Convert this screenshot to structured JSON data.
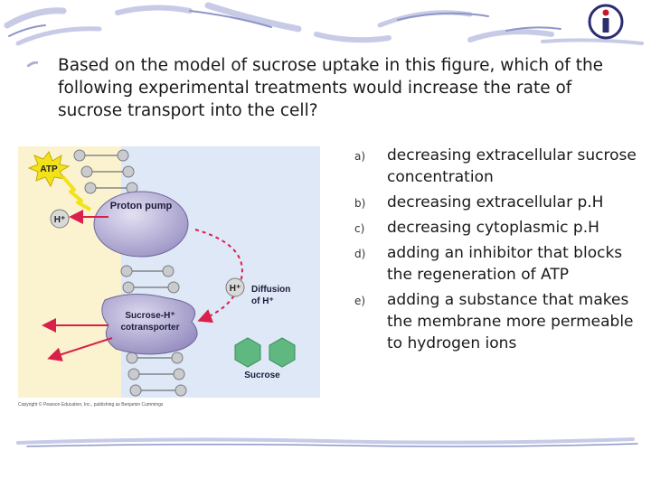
{
  "slide": {
    "question": "Based on the model of sucrose uptake in this figure, which of the following experimental treatments would increase the rate of sucrose transport into the cell?",
    "options": [
      {
        "letter": "a)",
        "text": "decreasing extracellular sucrose concentration"
      },
      {
        "letter": "b)",
        "text": "decreasing extracellular p.H"
      },
      {
        "letter": "c)",
        "text": "decreasing cytoplasmic p.H"
      },
      {
        "letter": "d)",
        "text": "adding an inhibitor that blocks the regeneration of ATP"
      },
      {
        "letter": "e)",
        "text": "adding a substance that makes the membrane more permeable to hydrogen ions"
      }
    ]
  },
  "figure": {
    "atp": "ATP",
    "h_plus_1": "H⁺",
    "h_plus_2": "H⁺",
    "proton_pump": "Proton pump",
    "diffusion_line1": "Diffusion",
    "diffusion_line2": "of H⁺",
    "cotransporter_line1": "Sucrose-H⁺",
    "cotransporter_line2": "cotransporter",
    "sucrose": "Sucrose",
    "copyright": "Copyright © Pearson Education, Inc., publishing as Benjamin Cummings"
  },
  "colors": {
    "figure_bg": "#fbf3cf",
    "pump": "#bdb7d8",
    "arrow": "#d8204a",
    "atp": "#f2e21a",
    "sucrose": "#5fb87f"
  }
}
